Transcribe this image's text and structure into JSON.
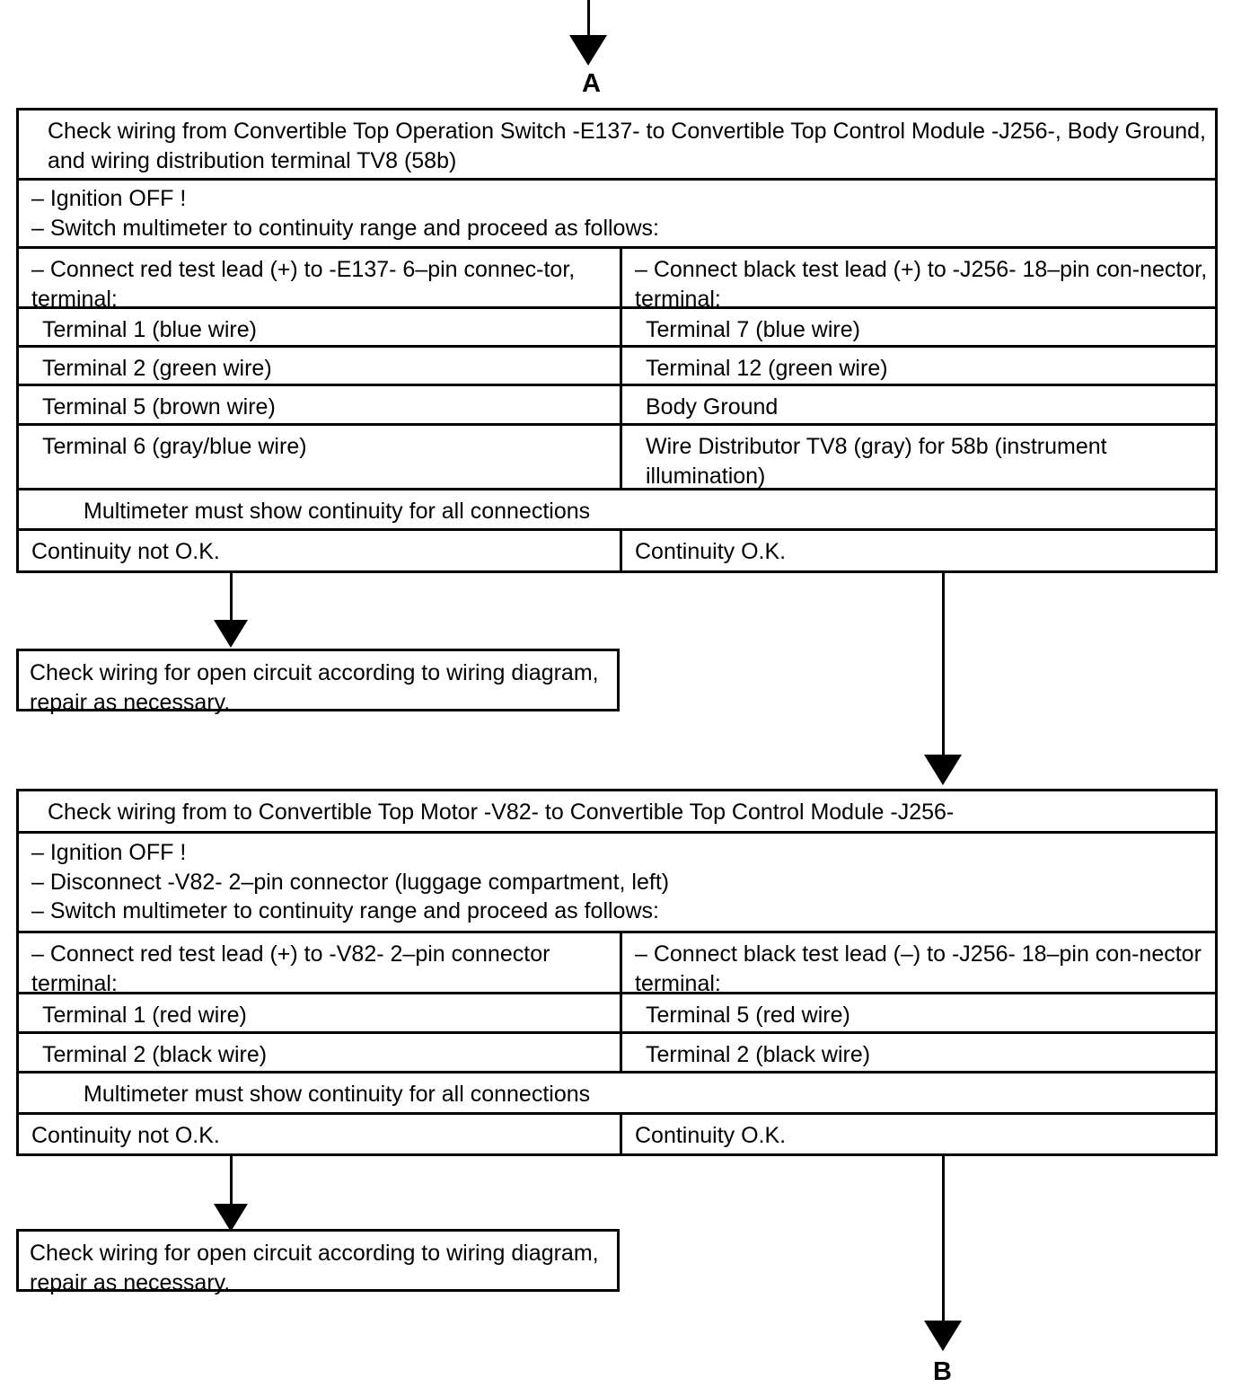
{
  "connectors": {
    "entry_label": "A",
    "exit_label": "B"
  },
  "blocks": {
    "table_1": {
      "title": "Check wiring from Convertible Top Operation Switch -E137- to Convertible Top Control Module -J256-, Body Ground, and wiring distribution terminal TV8 (58b)",
      "instructions": [
        "– Ignition OFF !",
        "– Switch multimeter to continuity range and proceed as follows:"
      ],
      "lead_headers": {
        "left": "– Connect red test lead (+) to -E137- 6–pin connec-tor, terminal:",
        "right": "– Connect black test lead (+) to -J256- 18–pin con-nector, terminal:"
      },
      "rows": [
        {
          "left": "Terminal 1 (blue wire)",
          "right": "Terminal 7 (blue wire)"
        },
        {
          "left": "Terminal 2 (green wire)",
          "right": "Terminal 12 (green wire)"
        },
        {
          "left": "Terminal 5 (brown wire)",
          "right": "Body Ground"
        },
        {
          "left": "Terminal 6 (gray/blue wire)",
          "right": "Wire Distributor TV8 (gray) for 58b (instrument illumination)"
        }
      ],
      "note": "Multimeter must show continuity for all connections",
      "result_left": "Continuity not O.K.",
      "result_right": "Continuity O.K."
    },
    "repair_box_1": {
      "text": "Check wiring for open circuit according to wiring diagram, repair as necessary."
    },
    "table_2": {
      "title": "Check wiring from to Convertible Top Motor -V82- to Convertible Top Control Module -J256-",
      "instructions": [
        "– Ignition OFF !",
        "– Disconnect -V82- 2–pin connector (luggage compartment, left)",
        "– Switch multimeter to continuity range and proceed as follows:"
      ],
      "lead_headers": {
        "left": "– Connect red test lead (+) to -V82- 2–pin connector terminal:",
        "right": "– Connect black test lead (–) to -J256- 18–pin con-nector terminal:"
      },
      "rows": [
        {
          "left": "Terminal 1 (red wire)",
          "right": "Terminal 5 (red wire)"
        },
        {
          "left": "Terminal 2 (black wire)",
          "right": "Terminal 2 (black wire)"
        }
      ],
      "note": "Multimeter must show continuity for all connections",
      "result_left": "Continuity not O.K.",
      "result_right": "Continuity O.K."
    },
    "repair_box_2": {
      "text": "Check wiring for open circuit according to wiring diagram, repair as necessary."
    }
  }
}
